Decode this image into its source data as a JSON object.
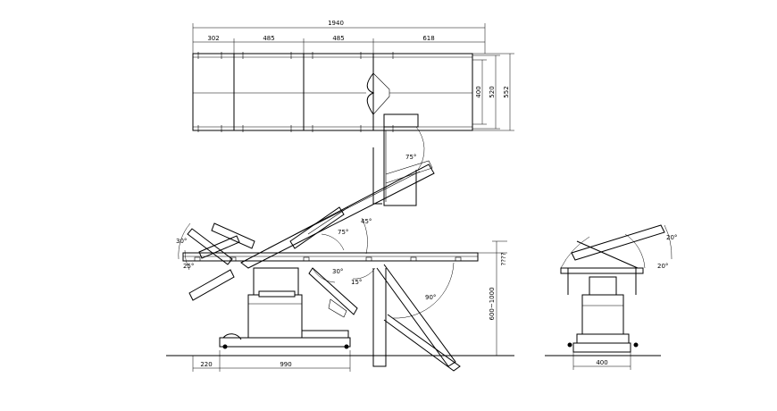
{
  "top_view": {
    "dims": {
      "total_length": "1940",
      "seg_1": "302",
      "seg_2": "485",
      "seg_3": "485",
      "seg_4": "618",
      "width_inner": "400",
      "width_mid": "520",
      "width_outer": "552"
    },
    "angle_label": "75°"
  },
  "side_view": {
    "angles": {
      "head_upper": "30°",
      "head_lower": "25°",
      "back": "75°",
      "seat": "30°",
      "foot_upper": "15°",
      "leg_lower": "90°",
      "leg_upper": "45°"
    },
    "dims": {
      "base_offset": "220",
      "base_length": "990",
      "height_range": "600~1000",
      "top_height": "????"
    }
  },
  "end_view": {
    "angles": {
      "tilt_left": "20°",
      "tilt_right": "20°"
    },
    "dims": {
      "base_width": "400"
    }
  }
}
